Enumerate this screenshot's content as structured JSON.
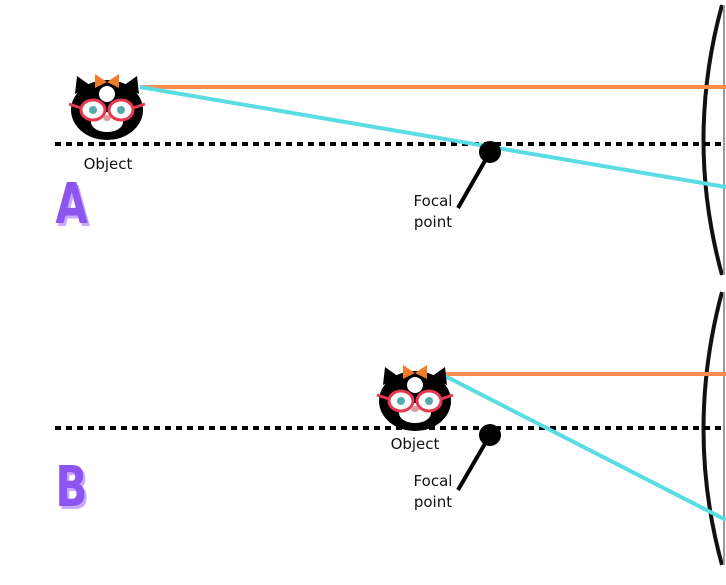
{
  "colors": {
    "parallel_ray": "#fb8c4e",
    "focal_ray": "#5adce4",
    "axis": "#000000",
    "letter": "#8c55f0"
  },
  "panels": [
    {
      "letter": "A",
      "object_label": "Object",
      "focal_label_line1": "Focal",
      "focal_label_line2": "point"
    },
    {
      "letter": "B",
      "object_label": "Object",
      "focal_label_line1": "Focal",
      "focal_label_line2": "point"
    }
  ]
}
